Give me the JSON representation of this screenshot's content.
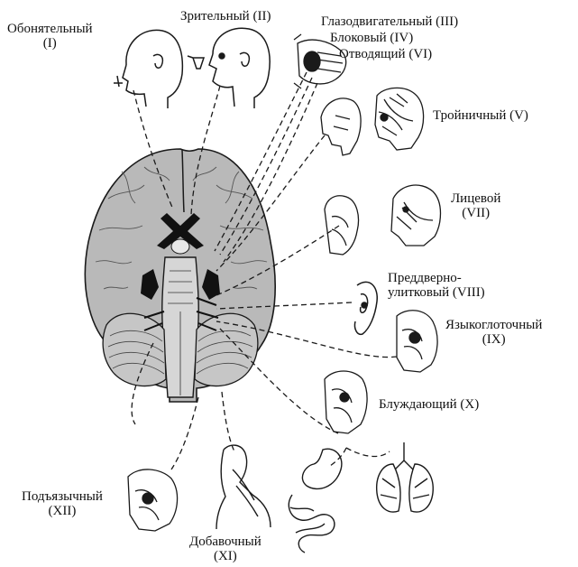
{
  "colors": {
    "ink": "#1a1a1a",
    "brain_fill": "#b9b9b9",
    "dark": "#111111"
  },
  "icons": [
    "brain-icon",
    "head-profile-icon",
    "eye-orbit-icon",
    "face-dissection-icon",
    "ear-icon",
    "throat-section-icon",
    "stomach-intestine-icon",
    "lungs-icon",
    "tongue-section-icon",
    "neck-shoulder-icon"
  ],
  "labels": {
    "olfactory": {
      "name": "Обонятельный",
      "num": "(I)"
    },
    "optic": {
      "name": "Зрительный (II)"
    },
    "oculomotor": {
      "name": "Глазодвигательный (III)"
    },
    "trochlear": {
      "name": "Блоковый (IV)"
    },
    "abducens": {
      "name": "Отводящий (VI)"
    },
    "trigeminal": {
      "name": "Тройничный (V)"
    },
    "facial": {
      "name": "Лицевой",
      "num": "(VII)"
    },
    "vestibulocochlear": {
      "name": "Преддверно-",
      "name2": "улитковый (VIII)"
    },
    "glossopharyngeal": {
      "name": "Языкоглоточный",
      "num": "(IX)"
    },
    "vagus": {
      "name": "Блуждающий (X)"
    },
    "hypoglossal": {
      "name": "Подъязычный",
      "num": "(XII)"
    },
    "accessory": {
      "name": "Добавочный",
      "num": "(XI)"
    }
  }
}
